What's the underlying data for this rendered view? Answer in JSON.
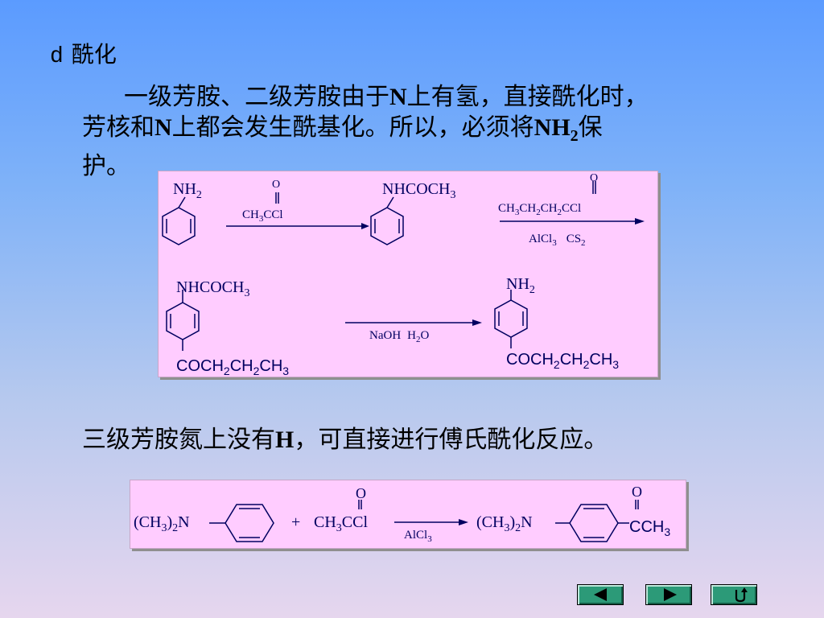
{
  "heading": {
    "letter": "d",
    "text": "酰化"
  },
  "paragraph1": {
    "line1_a": "一级芳胺、二级芳胺由于",
    "line1_n": "N",
    "line1_b": "上有氢，直接酰化时，",
    "line2_a": "芳核和",
    "line2_n": "N",
    "line2_b": "上都会发生酰基化。所以，必须将",
    "line2_nh": "NH",
    "line2_sub": "2",
    "line2_c": "保",
    "line3": "护。"
  },
  "paragraph2": {
    "before": "三级芳胺氮上没有",
    "h": "H",
    "after": "，可直接进行傅氏酰化反应。"
  },
  "scheme1": {
    "step1_reagent_o": "O",
    "step2_reagent_o": "O",
    "step2_catalyst": "AlCl",
    "step2_solvent": "CS",
    "step3_reagent": "NaOH",
    "step3_water": "H",
    "step3_water_o": "O"
  },
  "scheme2": {
    "plus": "+",
    "catalyst": "AlCl",
    "reagent_o": "O",
    "product_o": "O"
  },
  "colors": {
    "panel_bg": "#ffccff",
    "nav_button": "#2c9a78",
    "structure_ink": "#000060"
  },
  "nav": {
    "prev_icon": "triangle-left-icon",
    "next_icon": "triangle-right-icon",
    "return_icon": "return-arrow-icon"
  }
}
